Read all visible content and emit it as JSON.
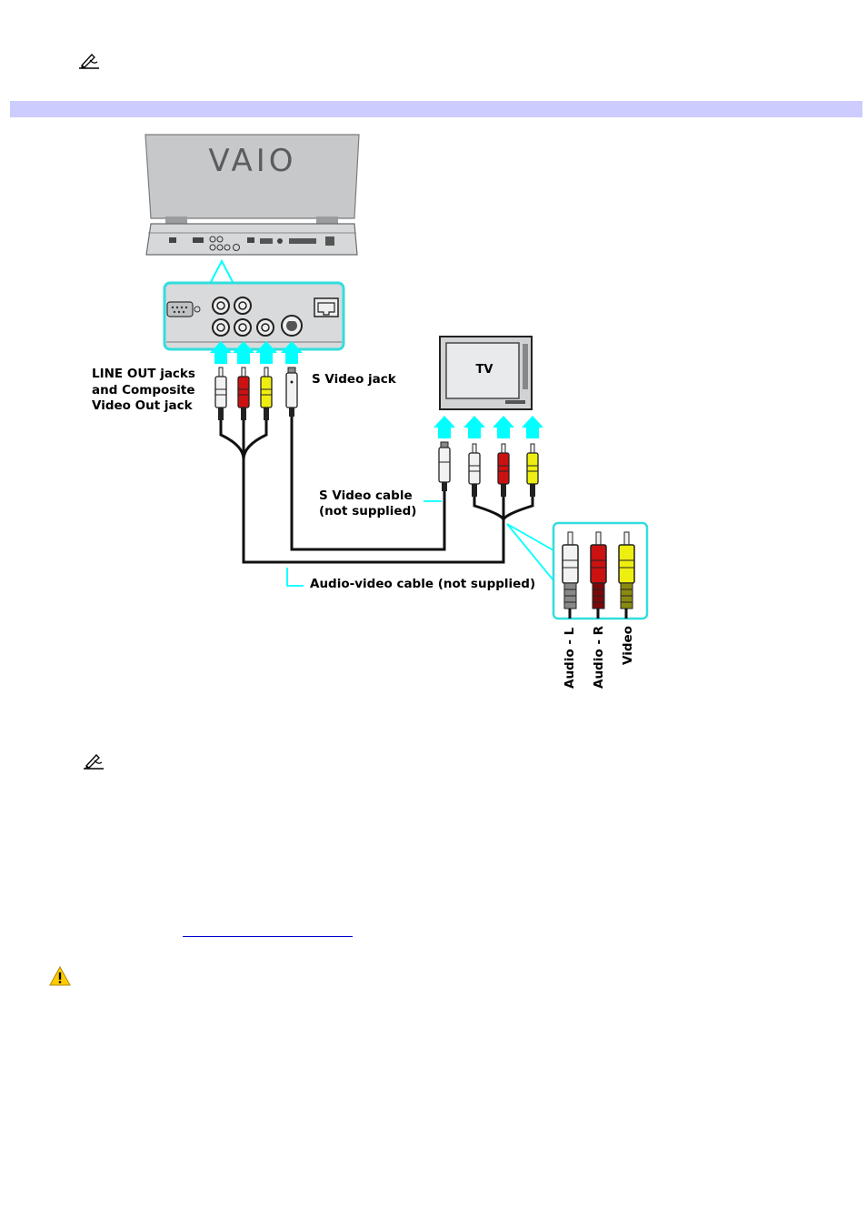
{
  "colors": {
    "band": "#ccccff",
    "cyan": "#00ffff",
    "cyan_frame": "#33dddd",
    "plug_red": "#cc1111",
    "plug_yellow": "#eeee11",
    "plug_white": "#f2f2f2",
    "link": "#0000cc",
    "warning": "#ffcc00"
  },
  "icons": {
    "note_top": "note-pencil-icon",
    "note_bottom": "note-pencil-icon",
    "warning": "warning-triangle-icon"
  },
  "diagram": {
    "logo": "VAIO",
    "labels": {
      "line_out_1": "LINE OUT jacks",
      "line_out_2": "and Composite",
      "line_out_3": "Video Out jack",
      "s_video_jack": "S Video jack",
      "tv": "TV",
      "s_video_cable_1": "S Video cable",
      "s_video_cable_2": "(not supplied)",
      "av_cable": "Audio-video cable (not supplied)",
      "audio_l": "Audio - L",
      "audio_r": "Audio - R",
      "video": "Video"
    }
  }
}
